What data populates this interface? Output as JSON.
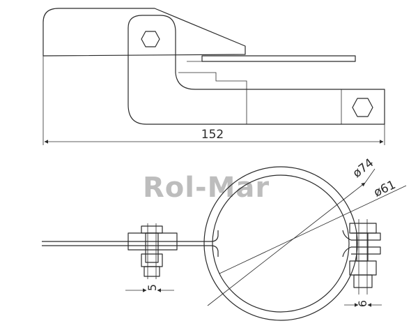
{
  "watermark": "Rol-Mar",
  "dimensions": {
    "overall_length": "152",
    "outer_diameter": "ø74",
    "inner_diameter": "ø61",
    "bolt_left": "5",
    "bolt_right": "6"
  }
}
